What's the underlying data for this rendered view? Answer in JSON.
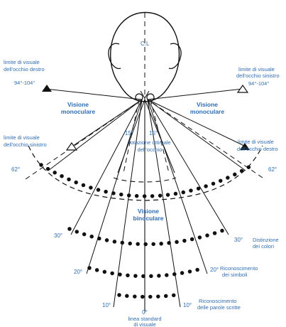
{
  "labels": {
    "center_line": "C.L",
    "left_limit_right_eye_1": "limite di visuale",
    "left_limit_right_eye_2": "dell'occhio destro",
    "left_limit_right_eye_3": "94°-104°",
    "right_limit_left_eye_1": "limite di visuale",
    "right_limit_left_eye_2": "dell'occhio sinistro",
    "right_limit_left_eye_3": "94°-104°",
    "left_limit_left_eye_1": "limite di visuale",
    "left_limit_left_eye_2": "dell'occhio sinistro",
    "right_limit_right_eye_1": "limite di visuale",
    "right_limit_right_eye_2": "dell'occhio destro",
    "mono_left_1": "Visione",
    "mono_left_2": "monoculare",
    "mono_right_1": "Visione",
    "mono_right_2": "monoculare",
    "bino_1": "Visione",
    "bino_2": "binoculare",
    "angle_15_left": "15°",
    "angle_15_right": "15°",
    "optimal_1": "rotazione ottimale",
    "optimal_2": "dell'occhio",
    "deg_62_left": "62°",
    "deg_62_right": "62°",
    "deg_30_left": "30°",
    "deg_30_right": "30°",
    "deg_20_left": "20°",
    "deg_20_right": "20°",
    "deg_10_left": "10°",
    "deg_10_right": "10°",
    "deg_0": "0°",
    "colors_1": "Distinzione",
    "colors_2": "dei colori",
    "symbols_1": "Riconoscimento",
    "symbols_2": "dei simboli",
    "words_1": "Riconoscimento",
    "words_2": "delle parole scritte",
    "standard_1": "linea standard",
    "standard_2": "di visuale"
  },
  "colors": {
    "label": "#2f6db3",
    "line": "#111111"
  }
}
